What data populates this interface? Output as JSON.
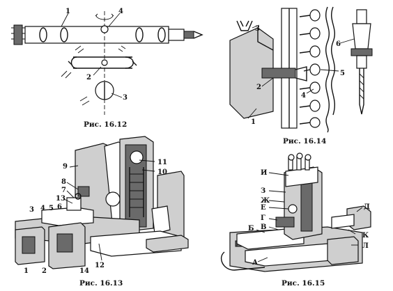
{
  "figures": [
    {
      "id": "fig-16-12",
      "caption": "Рис. 16.12",
      "labels": [
        "1",
        "4",
        "2",
        "3"
      ]
    },
    {
      "id": "fig-16-14",
      "caption": "Рис. 16.14",
      "labels": [
        "3",
        "6",
        "4",
        "5",
        "2",
        "1"
      ]
    },
    {
      "id": "fig-16-13",
      "caption": "Рис. 16.13",
      "labels": [
        "9",
        "11",
        "10",
        "8",
        "7",
        "13",
        "3",
        "4",
        "5",
        "6",
        "1",
        "2",
        "14",
        "12"
      ]
    },
    {
      "id": "fig-16-15",
      "caption": "Рис. 16.15",
      "labels": [
        "И",
        "З",
        "Ж",
        "Е",
        "Г",
        "В",
        "Б",
        "Д",
        "К",
        "Л",
        "А"
      ]
    }
  ]
}
